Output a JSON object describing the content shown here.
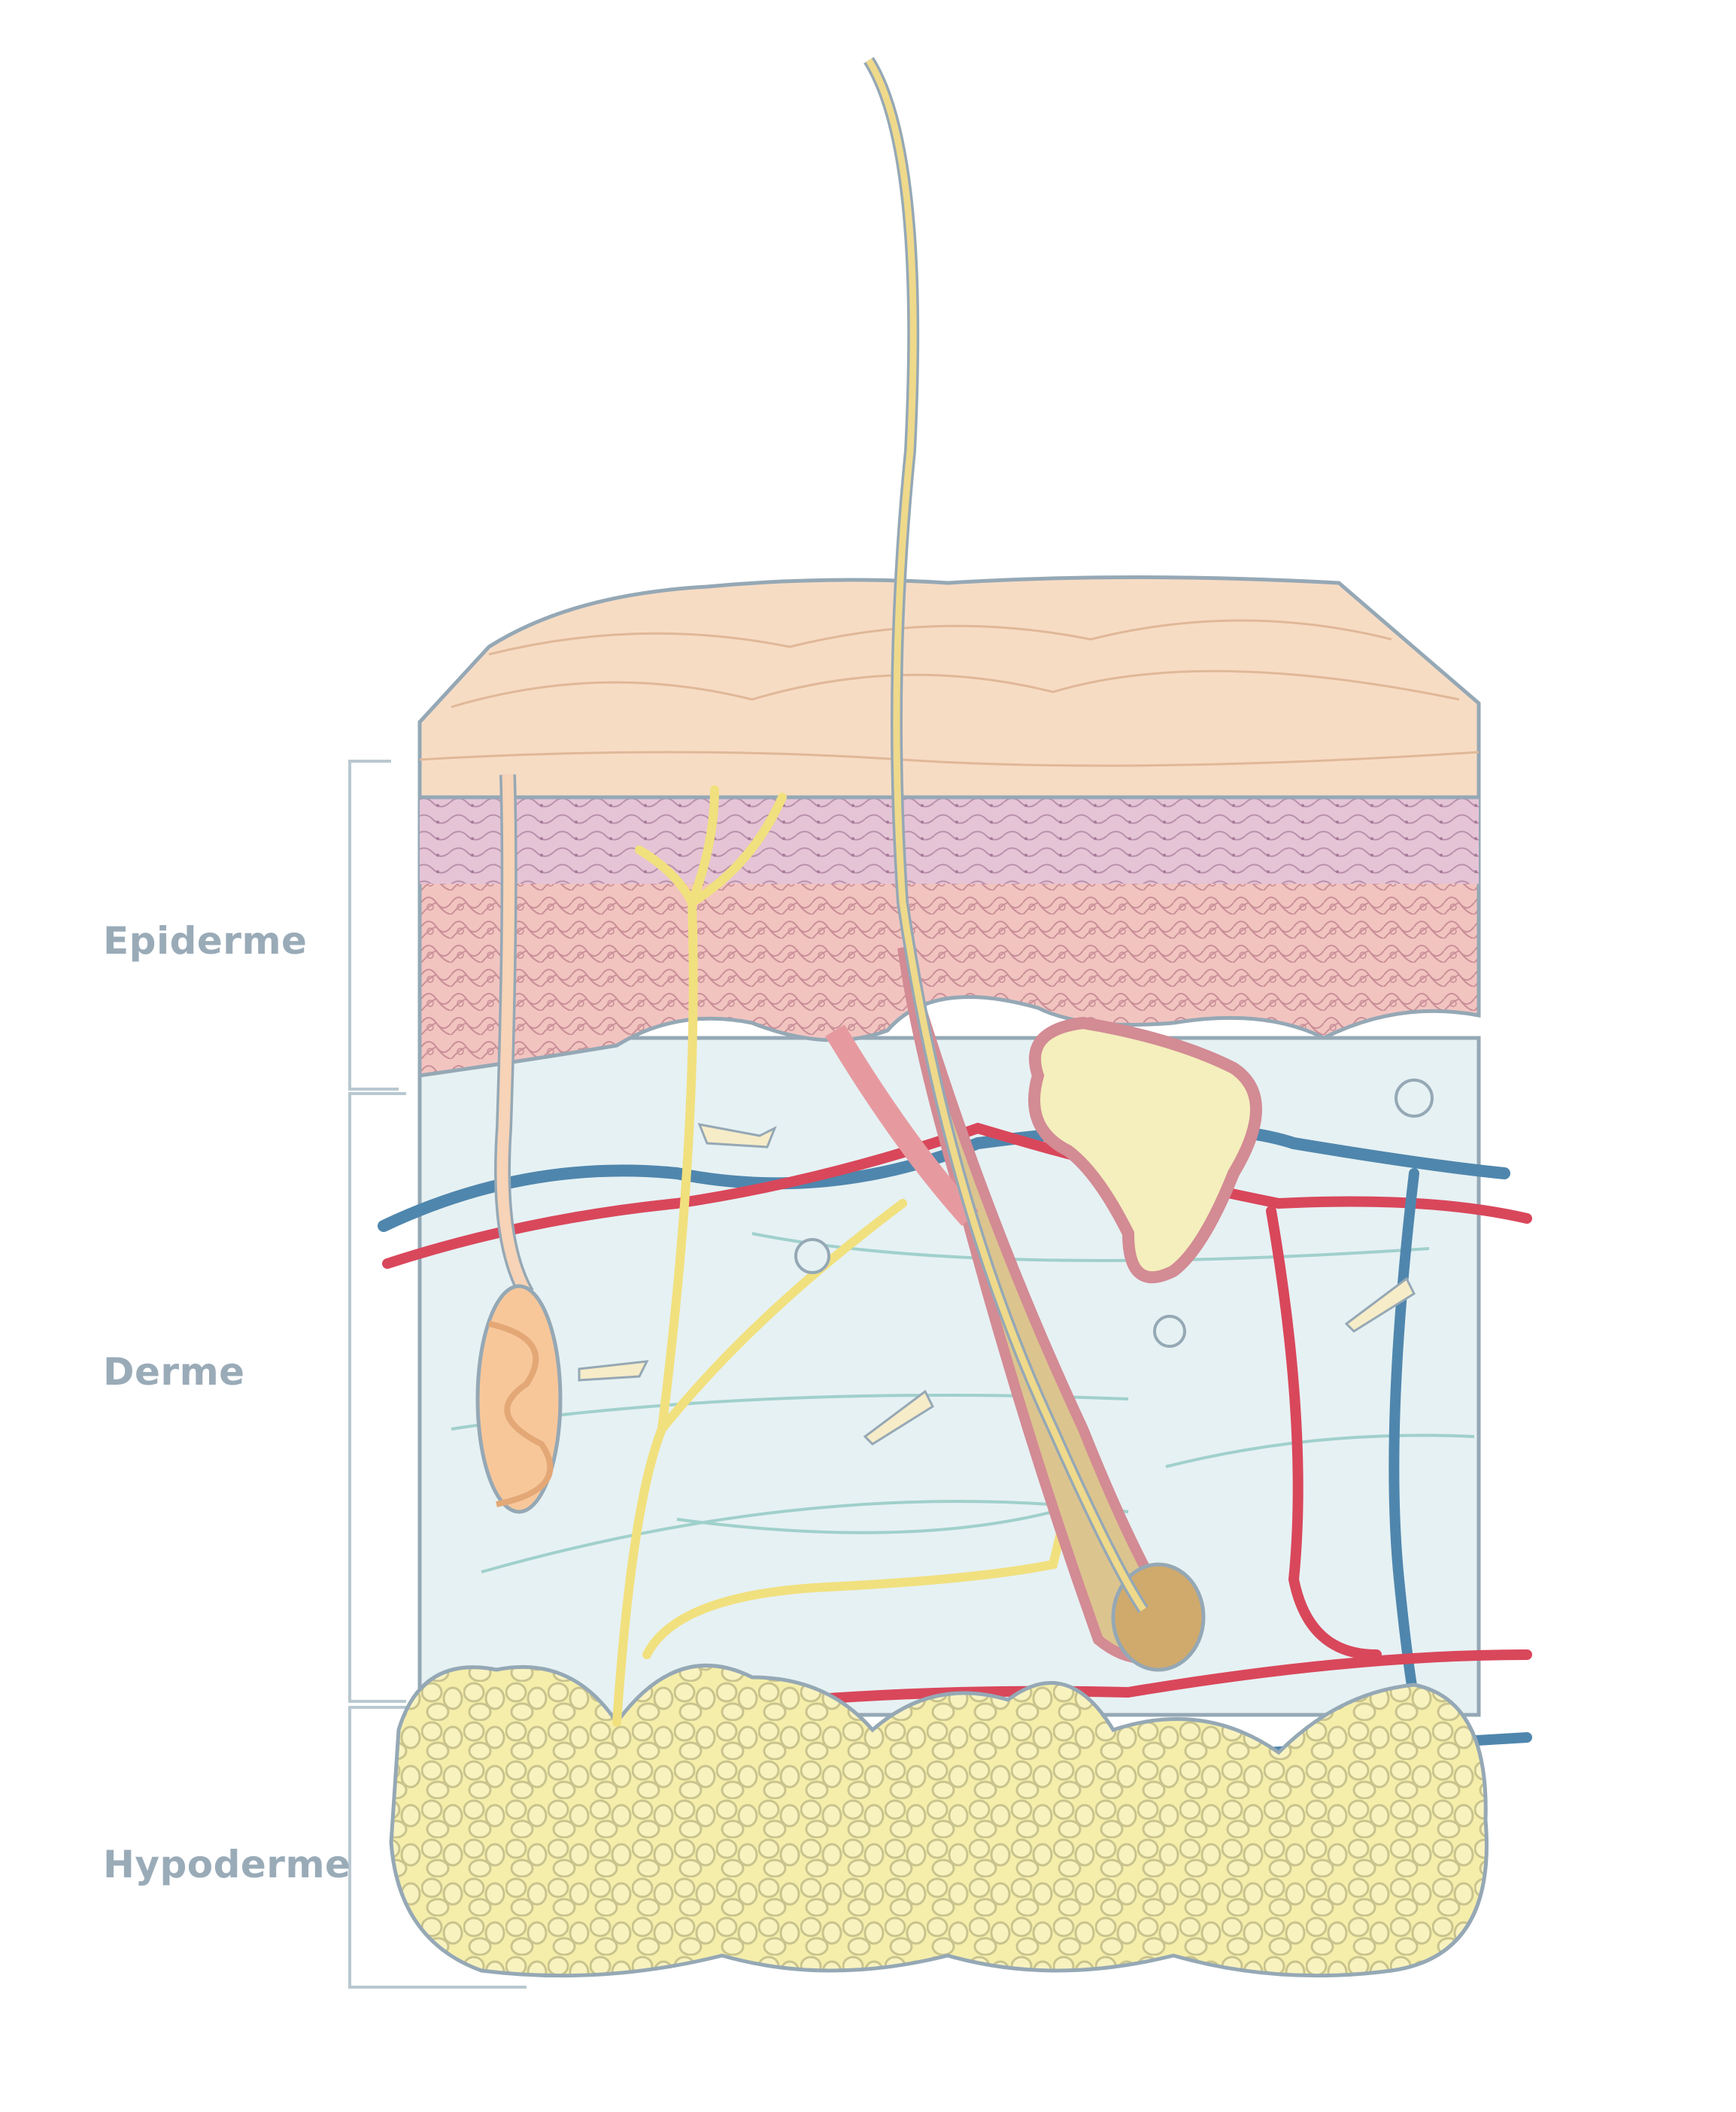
{
  "labels": {
    "epidermis": "Epiderme",
    "dermis": "Derme",
    "hypodermis": "Hypoderme"
  },
  "colors": {
    "label": "#9aabb8",
    "outline": "#95a8b5",
    "stratum_corneum": "#f7dcc4",
    "epidermis_upper": "#e3c3d6",
    "epidermis_lower": "#f2c4c0",
    "dermis": "#e6f1f3",
    "fat": "#f5eeaa",
    "artery": "#d9475b",
    "vein": "#4f86ad",
    "nerve": "#f1e07e",
    "hair": "#e2cb82"
  }
}
